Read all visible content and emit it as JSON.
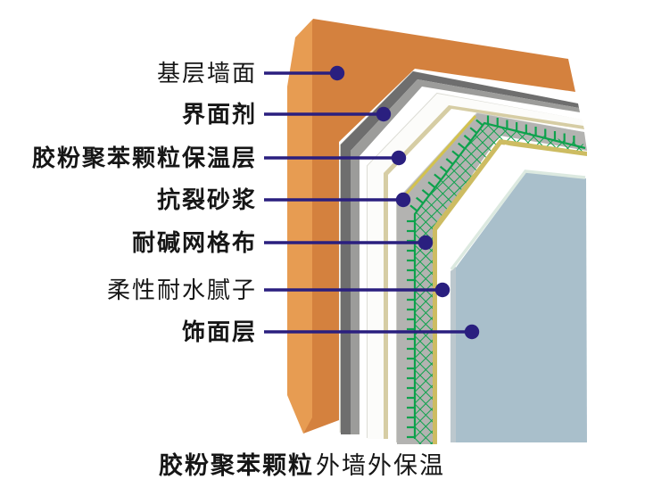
{
  "page": {
    "background": "#FFFFFF"
  },
  "diagram": {
    "labels": [
      {
        "text": "基层墙面",
        "bold": false
      },
      {
        "text": "界面剂",
        "bold": true
      },
      {
        "text": "胶粉聚苯颗粒保温层",
        "bold": true
      },
      {
        "text": "抗裂砂浆",
        "bold": true
      },
      {
        "text": "耐碱网格布",
        "bold": true
      },
      {
        "text": "柔性耐水腻子",
        "bold": false
      },
      {
        "text": "饰面层",
        "bold": true
      }
    ],
    "caption": {
      "bold_part": "胶粉聚苯颗粒",
      "regular_part": "外墙外保温"
    },
    "colors": {
      "leader": "#2A1F7F",
      "base_wall_face": "#D4813E",
      "base_wall_bevel": "#E79C52",
      "interface_dark": "#6E6E6E",
      "interface_face": "#9C9C9A",
      "interface_bevel": "#CBCBC3",
      "insulation_face": "#FCFCFA",
      "insulation_edge": "#DCDCD5",
      "insulation_cream": "#D6CDA4",
      "mortar_face": "#B3B3B1",
      "mortar_bevel": "#D0D0CA",
      "mortar_yellow_edge": "#D3C24E",
      "mesh_green": "#0DA24C",
      "tan_band": "#CDBC62",
      "putty_face": "#FFFFFF",
      "finish_face": "#A9BFCB",
      "finish_bevel": "#DCE9E0",
      "finish_edge": "#BCC8CE"
    }
  }
}
